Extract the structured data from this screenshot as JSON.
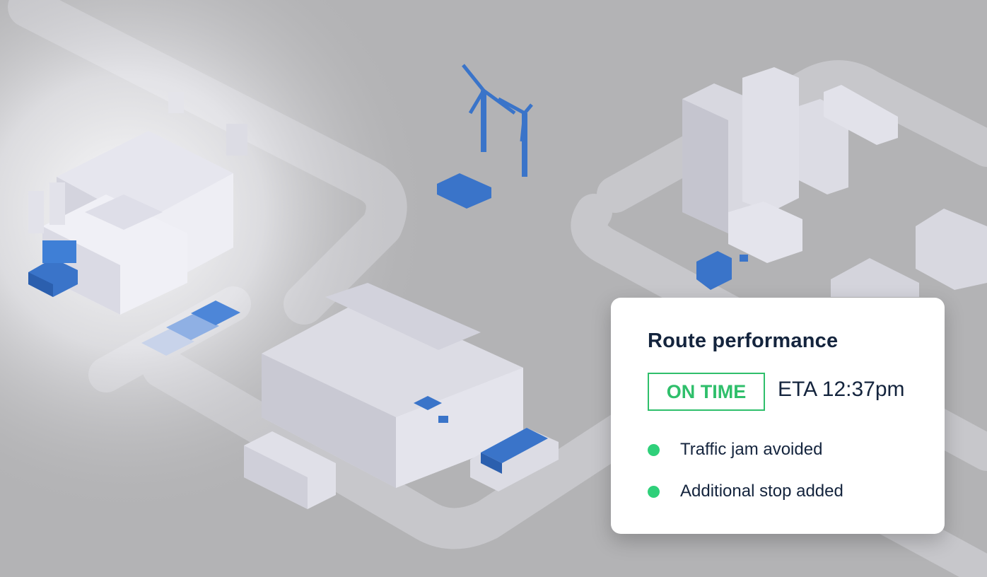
{
  "route_card": {
    "title": "Route performance",
    "status": "ON TIME",
    "eta": "ETA 12:37pm",
    "events": [
      {
        "label": "Traffic jam avoided"
      },
      {
        "label": "Additional stop added"
      }
    ]
  },
  "colors": {
    "background": "#b3b3b5",
    "road": "#c8c8cc",
    "highlight_blue": "#3a74c9",
    "status_green": "#2fbf6b",
    "dot_green": "#2fd07a",
    "text_dark": "#14243d",
    "card_bg": "#ffffff"
  },
  "icons": {
    "bullet": "green-dot-icon"
  }
}
